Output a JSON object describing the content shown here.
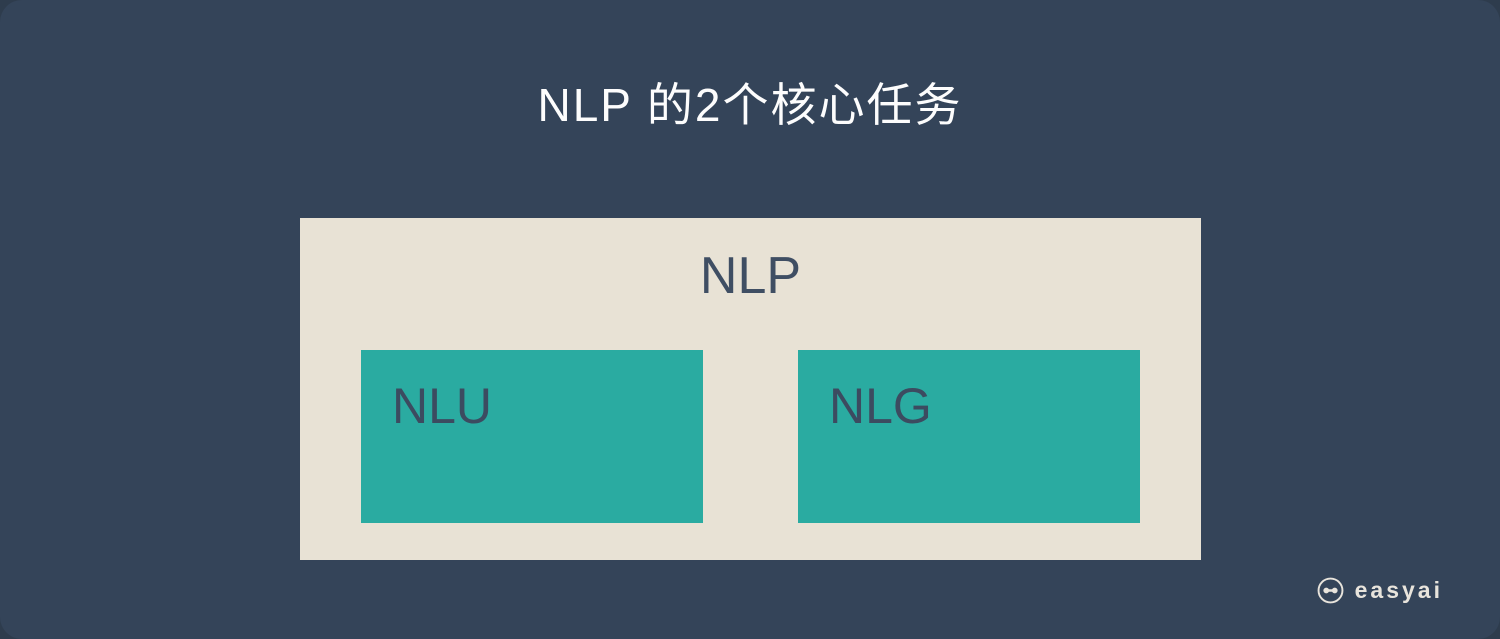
{
  "title": "NLP 的2个核心任务",
  "diagram": {
    "parent_label": "NLP",
    "children": [
      {
        "label": "NLU"
      },
      {
        "label": "NLG"
      }
    ]
  },
  "brand": {
    "name": "easyai",
    "icon": "easyai-eyes-icon"
  },
  "colors": {
    "frame_background": "#2e3c4d",
    "card_background": "#344459",
    "panel_background": "#e8e2d5",
    "task_box_background": "#2aaba1",
    "dark_label_text": "#3c4b60",
    "title_text": "#fdfdfd",
    "brand_text": "#e8e4dc"
  }
}
